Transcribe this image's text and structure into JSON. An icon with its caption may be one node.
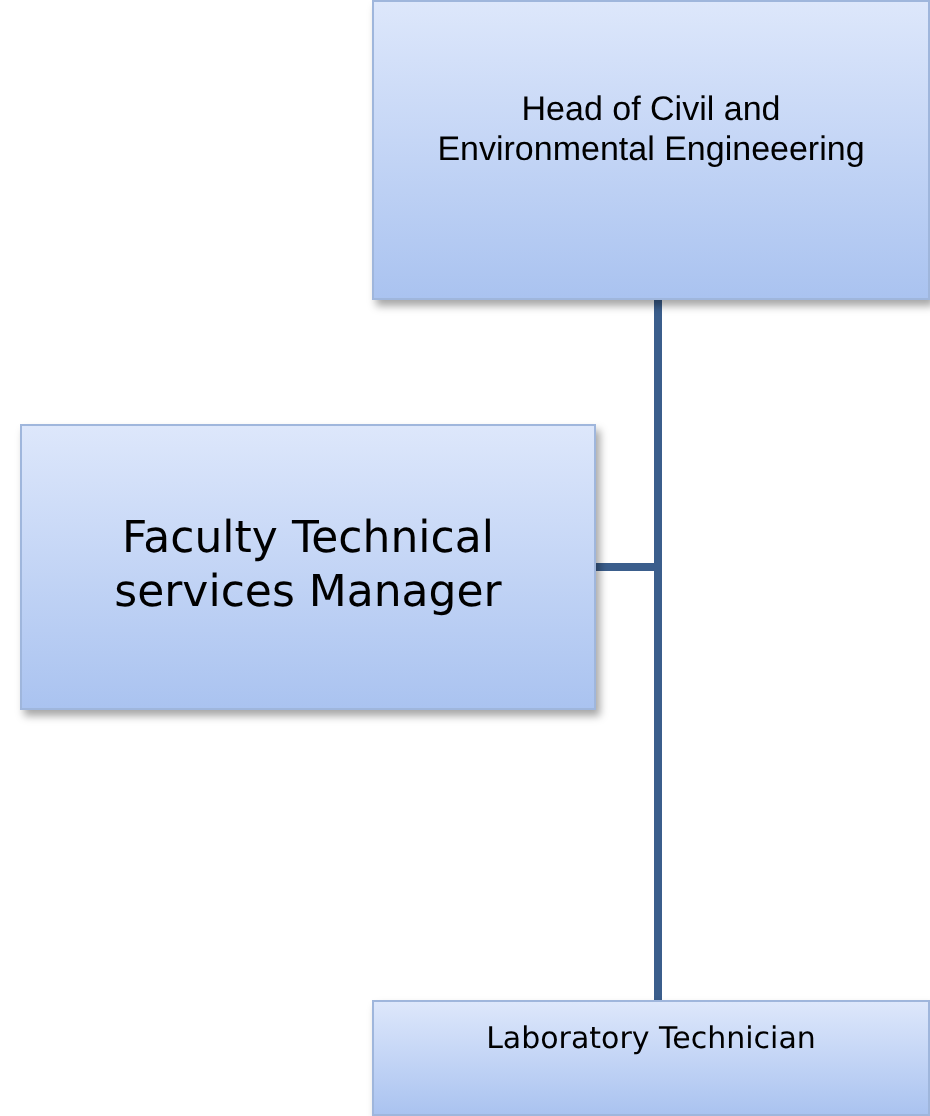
{
  "diagram": {
    "nodes": [
      {
        "text": [
          "Head of Civil and Environmental Engineeering"
        ]
      },
      {
        "text": [
          "Faculty Technical services Manager"
        ]
      },
      {
        "text": [
          "Laboratory Technician"
        ]
      }
    ],
    "edges": [
      {
        "from": 0,
        "to": 1,
        "arrow": "none"
      },
      {
        "from": 0,
        "to": 2,
        "arrow": "none"
      }
    ]
  }
}
